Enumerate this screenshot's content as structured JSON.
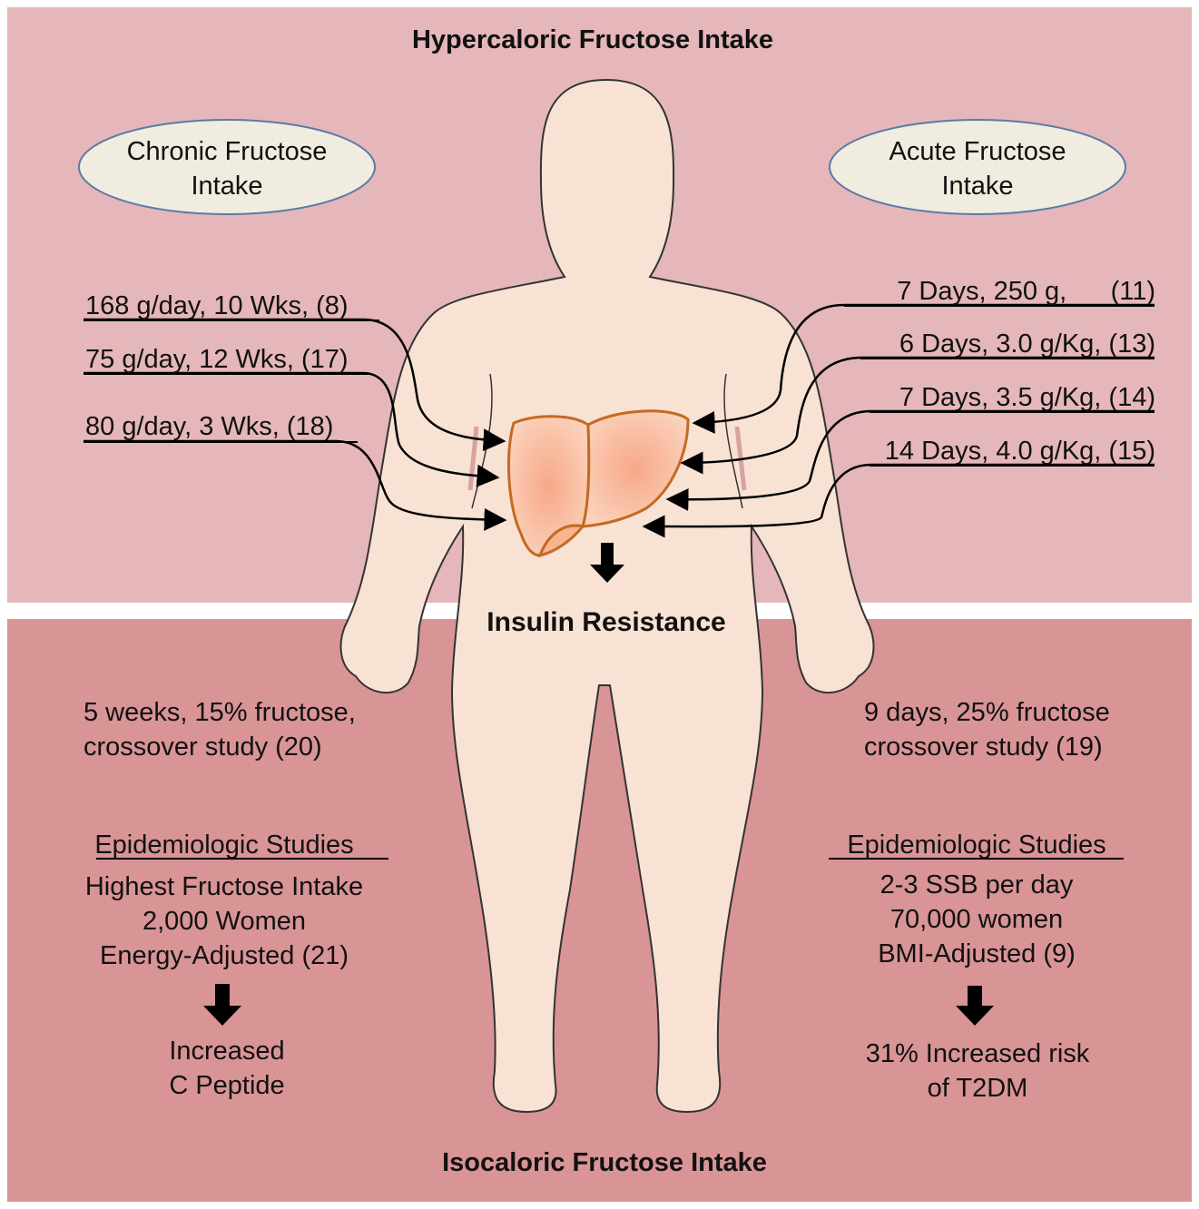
{
  "titles": {
    "top": "Hypercaloric Fructose Intake",
    "bottom": "Isocaloric Fructose Intake",
    "outcome": "Insulin Resistance"
  },
  "ellipses": {
    "chronic": [
      "Chronic Fructose",
      "Intake"
    ],
    "acute": [
      "Acute Fructose",
      "Intake"
    ]
  },
  "chronic_studies": [
    "168 g/day, 10 Wks,  (8)",
    "75 g/day, 12 Wks, (17)",
    "80 g/day, 3 Wks, (18)"
  ],
  "acute_studies": [
    "7 Days, 250 g,      (11)",
    "6 Days, 3.0 g/Kg, (13)",
    "7 Days, 3.5 g/Kg, (14)",
    "14 Days, 4.0 g/Kg, (15)"
  ],
  "isocaloric_left": [
    "5 weeks, 15% fructose,",
    "crossover study (20)"
  ],
  "isocaloric_right": [
    "9 days, 25% fructose",
    "crossover study (19)"
  ],
  "epi_left": {
    "heading": "Epidemiologic Studies",
    "lines": [
      "Highest Fructose Intake",
      "2,000 Women",
      "Energy-Adjusted (21)"
    ],
    "result": [
      "Increased",
      "C Peptide"
    ]
  },
  "epi_right": {
    "heading": "Epidemiologic Studies",
    "lines": [
      "2-3 SSB per day",
      "70,000 women",
      "BMI-Adjusted (9)"
    ],
    "result": [
      "31% Increased risk",
      "of T2DM"
    ]
  },
  "colors": {
    "top_panel": "#e5b7ba",
    "bottom_panel": "#d99496",
    "body_fill": "#f8e2d3",
    "liver_fill": "#f9c5a8",
    "liver_stroke": "#c56a22",
    "ellipse_fill": "#f0ecdf",
    "ellipse_stroke": "#5b7aa5"
  }
}
